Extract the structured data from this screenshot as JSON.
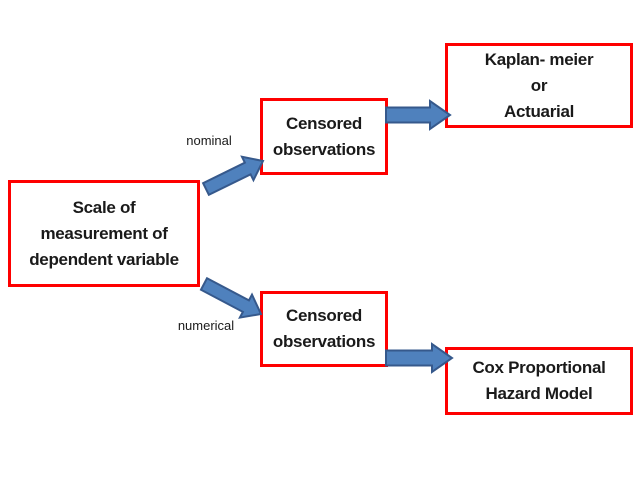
{
  "diagram": {
    "type": "flowchart",
    "nodes": {
      "scale": {
        "lines": [
          "Scale of",
          "measurement of",
          "dependent variable"
        ]
      },
      "censored_top": {
        "lines": [
          "Censored",
          "observations"
        ]
      },
      "kaplan": {
        "lines": [
          "Kaplan- meier",
          "or",
          "Actuarial"
        ]
      },
      "censored_bottom": {
        "lines": [
          "Censored",
          "observations"
        ]
      },
      "cox": {
        "lines": [
          "Cox Proportional",
          "Hazard Model"
        ]
      }
    },
    "edge_labels": {
      "nominal": "nominal",
      "numerical": "numerical"
    },
    "colors": {
      "background": "#ffffff",
      "box_border": "#fe0000",
      "box_fill": "#ffffff",
      "arrow_fill": "#4f81bd",
      "arrow_stroke": "#36598c",
      "text": "#1a1a1a"
    }
  }
}
